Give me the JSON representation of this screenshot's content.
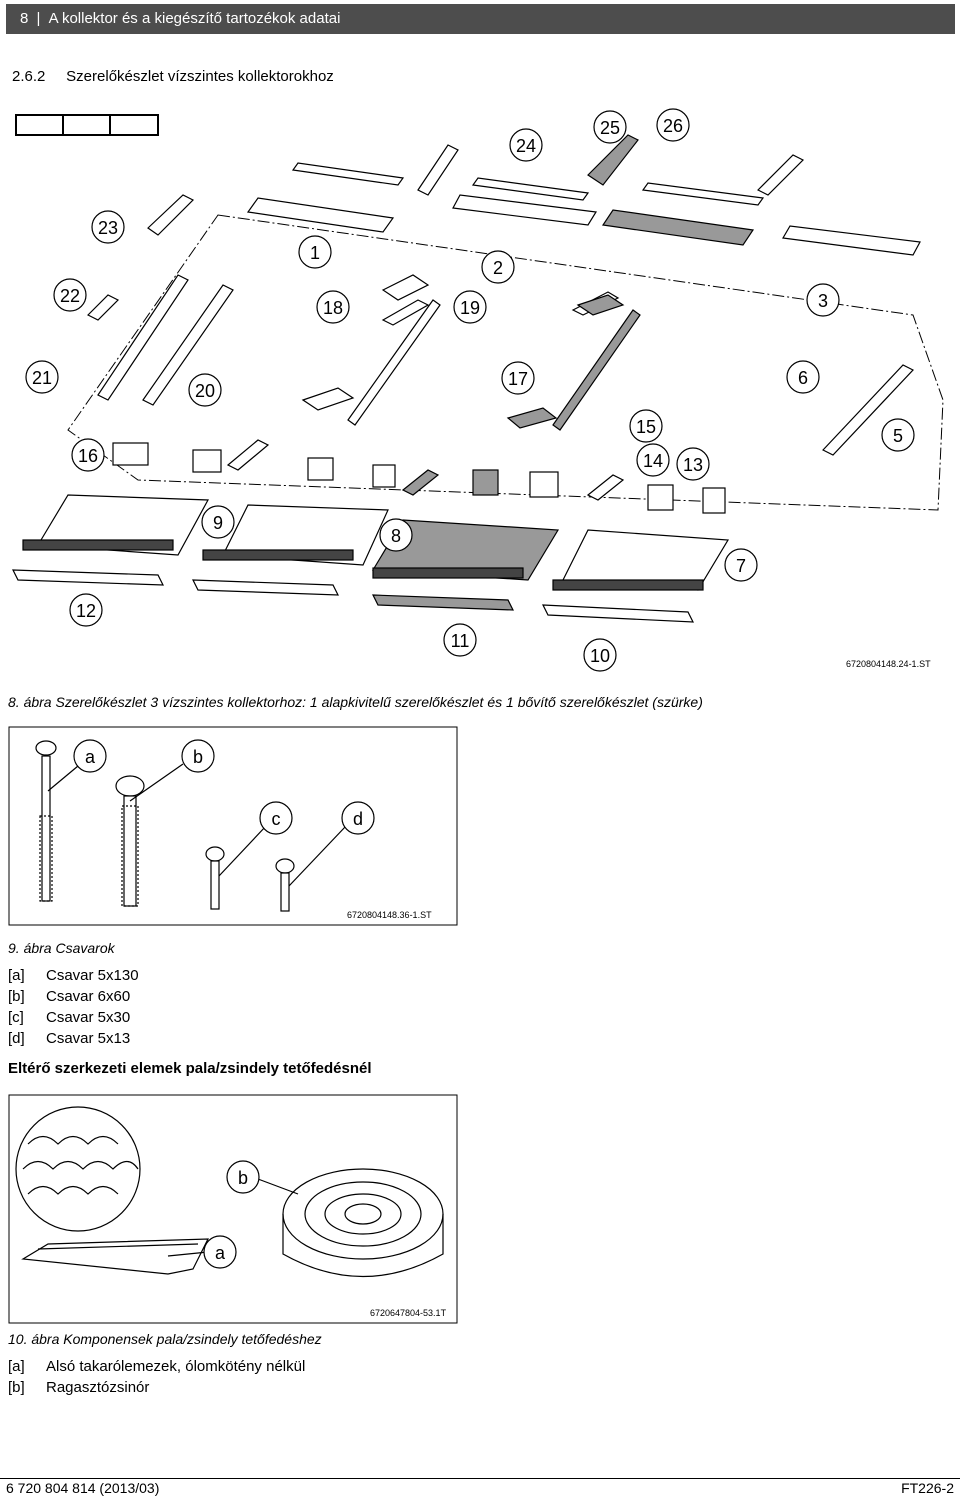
{
  "header": {
    "page_number": "8",
    "chapter_title": "A kollektor és a kiegészítő tartozékok adatai"
  },
  "section": {
    "number": "2.6.2",
    "title": "Szerelőkészlet vízszintes kollektorokhoz"
  },
  "figure8": {
    "code": "6720804148.24-1.ST",
    "caption": "8. ábra  Szerelőkészlet 3 vízszintes kollektorhoz: 1 alapkivitelű szerelőkészlet és 1 bővítő szerelőkészlet (szürke)",
    "callouts": [
      "1",
      "2",
      "3",
      "5",
      "6",
      "7",
      "8",
      "9",
      "10",
      "11",
      "12",
      "13",
      "14",
      "15",
      "16",
      "17",
      "18",
      "19",
      "20",
      "21",
      "22",
      "23",
      "24",
      "25",
      "26"
    ]
  },
  "figure9": {
    "code": "6720804148.36-1.ST",
    "caption": "9. ábra  Csavarok",
    "callouts": [
      "a",
      "b",
      "c",
      "d"
    ],
    "legend": [
      {
        "key": "[a]",
        "text": "Csavar 5x130"
      },
      {
        "key": "[b]",
        "text": "Csavar 6x60"
      },
      {
        "key": "[c]",
        "text": "Csavar 5x30"
      },
      {
        "key": "[d]",
        "text": "Csavar 5x13"
      }
    ]
  },
  "subheading": "Eltérő szerkezeti elemek pala/zsindely tetőfedésnél",
  "figure10": {
    "code": "6720647804-53.1T",
    "caption": "10. ábra  Komponensek pala/zsindely tetőfedéshez",
    "callouts": [
      "a",
      "b"
    ],
    "legend": [
      {
        "key": "[a]",
        "text": "Alsó takarólemezek, ólomkötény nélkül"
      },
      {
        "key": "[b]",
        "text": "Ragasztózsinór"
      }
    ]
  },
  "footer": {
    "left": "6 720 804 814 (2013/03)",
    "right": "FT226-2"
  }
}
